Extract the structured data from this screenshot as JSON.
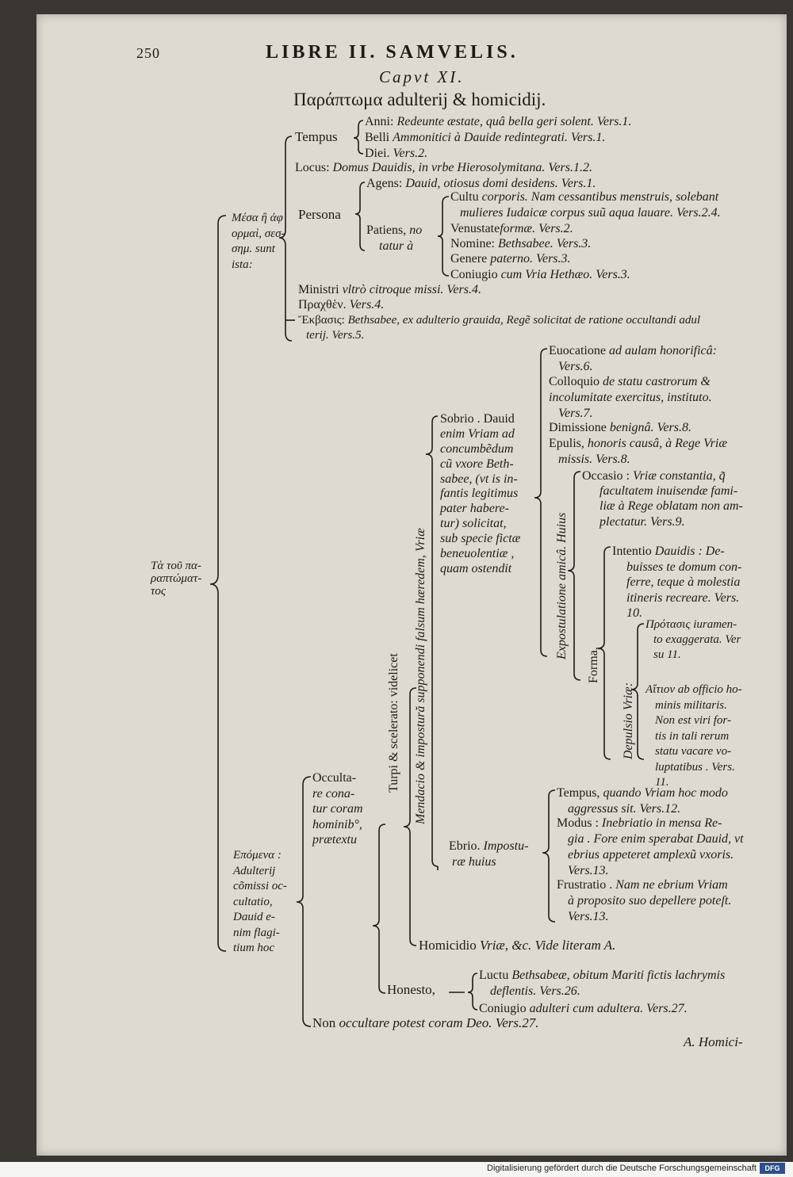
{
  "page_number": "250",
  "running_head": "LIBRE II. SAMVELIS.",
  "chapter": "Capvt XI.",
  "title": "Παράπτωμα adulterij & homicidij.",
  "root": "Τὰ τοῦ παραπτώματος",
  "left_branch": "Μέσα ἢ ἀφορμαὶ, σεσημειωσμέναι sunt ista:",
  "tempus": {
    "label": "Tempus",
    "items": [
      {
        "k": "Anni:",
        "v": "Redeunte æstate, quâ bella geri solent. Vers.1."
      },
      {
        "k": "Belli",
        "v": "Ammonitici à Dauide redintegrati. Vers.1."
      },
      {
        "k": "Diei.",
        "v": "Vers.2."
      }
    ]
  },
  "locus": {
    "k": "Locus:",
    "v": "Domus Dauidis, in vrbe Hierosolymitana. Vers.1.2."
  },
  "persona": {
    "label": "Persona",
    "agens": {
      "k": "Agens:",
      "v": "Dauid, otiosus domi desidens. Vers.1."
    },
    "patiens_label_1": "Patiens,",
    "patiens_label_2": "no",
    "patiens_label_3": "tatur à",
    "items": [
      {
        "k": "Cultu",
        "v": "corporis. Nam cessantibus menstruis, solebant"
      },
      {
        "k": "",
        "v": "mulieres Iudaicæ corpus suũ aqua lauare. Vers.2.4."
      },
      {
        "k": "Venustate",
        "v": "formæ. Vers.2."
      },
      {
        "k": "Nomine:",
        "v": "Bethsabee. Vers.3."
      },
      {
        "k": "Genere",
        "v": "paterno. Vers.3."
      },
      {
        "k": "Coniugio",
        "v": "cum Vria Hethæo. Vers.3."
      }
    ]
  },
  "ministri": {
    "k": "Ministri",
    "v": "vltrò citroque missi. Vers.4."
  },
  "peccatum": {
    "k": "Πραχθὲν.",
    "v": "Vers.4."
  },
  "exitus": {
    "k": "Ἔκβασις:",
    "v": "Bethsabee, ex adulterio grauida, Regẽ solicitat de ratione occultandi adul",
    "v2": "terij. Vers.5."
  },
  "epimythia": [
    "Επόμενα :",
    "Adulterij",
    "cõmissi oc-",
    "cultatio,",
    "Dauid e-",
    "nim flagi-",
    "tium hoc"
  ],
  "occultare": [
    "Occulta-",
    "re cona-",
    "tur coram",
    "hominib°,",
    "prætextu"
  ],
  "turpi": "Turpi & scelerato: videlicet",
  "mendacio": "Mendacio & impostură supponendi falsum hæredem, Vriæ",
  "sobrio": [
    "Sobrio . Dauid",
    "enim Vriam ad",
    "concumbẽdum",
    "cũ vxore Beth-",
    "sabee, (vt is in-",
    "fantis legitimus",
    "pater habere-",
    "tur) solicitat,",
    "sub specie fictæ",
    "beneuolentiæ ,",
    "quam ostendit"
  ],
  "sobrio_items": [
    {
      "k": "Euocatione",
      "v": "ad aulam honorificâ:"
    },
    {
      "k": "",
      "v": "Vers.6."
    },
    {
      "k": "Colloquio",
      "v": "de statu castrorum &"
    },
    {
      "k": "",
      "v": "incolumitate exercitus, instituto."
    },
    {
      "k": "",
      "v": "Vers.7."
    },
    {
      "k": "Dimissione",
      "v": "benignâ. Vers.8."
    },
    {
      "k": "Epulis,",
      "v": "honoris causâ, à Rege Vriæ"
    },
    {
      "k": "",
      "v": "missis. Vers.8."
    }
  ],
  "expostulatione": "Expostulatione amicâ. Huius",
  "occasio": [
    "Occasio :",
    "Vriæ constantia, q̃",
    "facultatem inuisendæ fami-",
    "liæ à Rege oblatam non am-",
    "plectatur. Vers.9."
  ],
  "forma": "Forma,",
  "intentio": [
    "Intentio",
    "Dauidis : De-",
    "buisses te domum con-",
    "ferre, teque à molestia",
    "itineris recreare. Vers.",
    "10."
  ],
  "depulsio": "Depulsio Vriæ:",
  "depulsio_a": [
    "Πρότασις",
    "iuramen-",
    "to exaggerata. Ver",
    "su 11."
  ],
  "depulsio_b": [
    "Αἴτιον",
    "ab officio ho-",
    "minis militaris.",
    "Non est viri for-",
    "tis in tali rerum",
    "statu vacare vo-",
    "luptatibus . Vers.",
    "11."
  ],
  "ebrio": [
    "Ebrio.",
    "Impostu-",
    "ræ huius"
  ],
  "ebrio_items": [
    {
      "k": "Tempus,",
      "v": "quando Vriam hoc modo"
    },
    {
      "k": "",
      "v": "aggressus sit. Vers.12."
    },
    {
      "k": "Modus :",
      "v": "Inebriatio in mensa Re-"
    },
    {
      "k": "",
      "v": "gia . Fore enim sperabat Dauid, vt"
    },
    {
      "k": "",
      "v": "ebrius appeteret amplexũ vxoris."
    },
    {
      "k": "",
      "v": "Vers.13."
    },
    {
      "k": "Frustratio .",
      "v": "Nam ne ebrium Vriam"
    },
    {
      "k": "",
      "v": "à proposito suo depellere poteſt."
    },
    {
      "k": "",
      "v": "Vers.13."
    }
  ],
  "homicidio": {
    "k": "Homicidio",
    "v": "Vriæ, &c. Vide literam A."
  },
  "honesto": "Honesto,",
  "honesto_items": [
    {
      "k": "Luctu",
      "v": "Bethsabeæ, obitum Mariti fictis lachrymis"
    },
    {
      "k": "",
      "v": "deflentis. Vers.26."
    },
    {
      "k": "Coniugio",
      "v": "adulteri cum adultera. Vers.27."
    }
  ],
  "non_occultare": {
    "k": "Non",
    "v": "occultare potest coram Deo. Vers.27."
  },
  "catchword": "A. Homici-",
  "footer": "Digitalisierung gefördert durch die Deutsche Forschungsgemeinschaft",
  "footer_logo": "DFG"
}
